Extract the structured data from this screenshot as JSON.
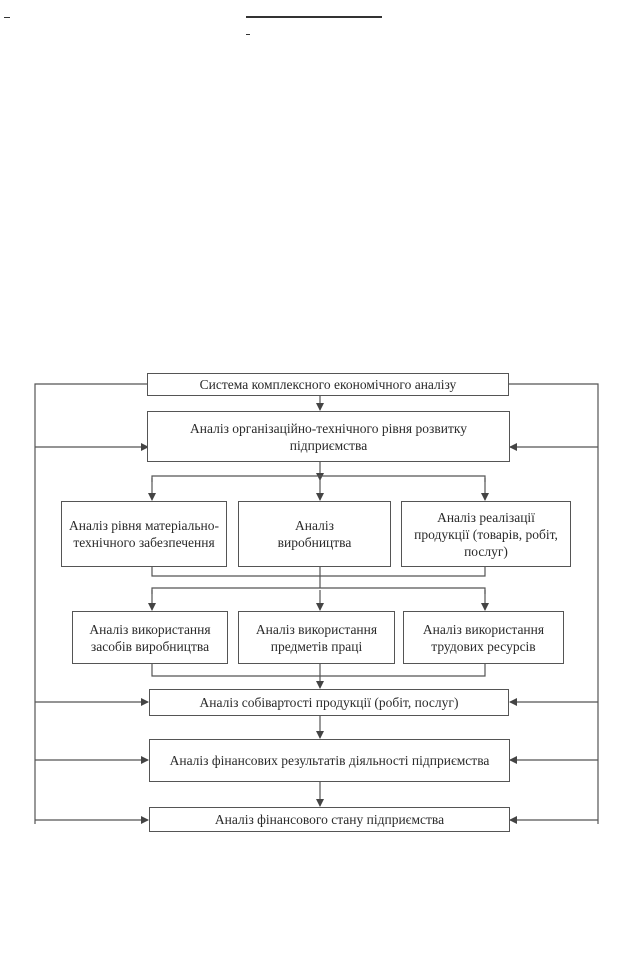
{
  "nodes": {
    "system": "Система комплексного економічного аналізу",
    "org_tech": "Аналіз організаційно-технічного рівня розвитку підприємства",
    "material": "Аналіз рівня матеріально-технічного забезпечення",
    "production": "Аналіз виробництва",
    "sales": "Аналіз реалізації продукції (товарів, робіт, послуг)",
    "means": "Аналіз використання засобів виробництва",
    "objects": "Аналіз використання предметів праці",
    "labor": "Аналіз використання трудових ресурсів",
    "cost": "Аналіз собівартості продукції (робіт, послуг)",
    "fin_results": "Аналіз фінансових результатів діяльності підприємства",
    "fin_state": "Аналіз фінансового стану підприємства"
  }
}
